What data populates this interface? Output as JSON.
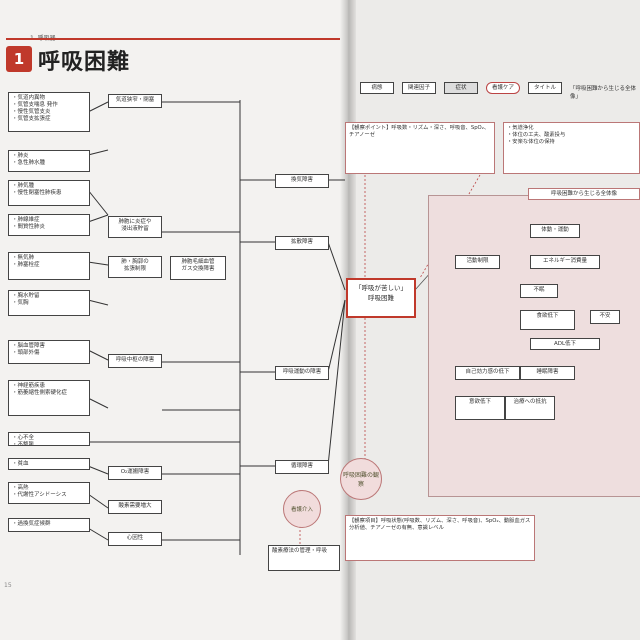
{
  "header": {
    "section_label": "1. 呼吸器",
    "chapter_number": "1",
    "title": "呼吸困難"
  },
  "left_boxes": [
    {
      "text": "・気道内異物\n・気管支喘息 発作\n・慢性気管支炎\n・気管支拡張症"
    },
    {
      "text": "・肺炎\n・急性肺水腫"
    },
    {
      "text": "・肺気腫\n・慢性閉塞性肺疾患"
    },
    {
      "text": "・肺線維症\n・間質性肺炎"
    },
    {
      "text": "・無気肺\n・肺塞栓症"
    },
    {
      "text": "・胸水貯留\n・気胸"
    },
    {
      "text": "・脳血管障害\n・頭部外傷"
    },
    {
      "text": "・神経筋疾患\n・筋萎縮性側索硬化症"
    },
    {
      "text": "・心不全\n・不整脈"
    },
    {
      "text": "・貧血"
    },
    {
      "text": "・高熱\n・代謝性アシドーシス"
    },
    {
      "text": "・過換気症候群"
    }
  ],
  "mid_boxes": [
    {
      "text": "気道狭窄・閉塞"
    },
    {
      "text": "肺胞に炎症や\n浸出液貯留"
    },
    {
      "text": "肺・胸郭の\n拡張制限"
    },
    {
      "text": "呼吸中枢の障害"
    },
    {
      "text": "O₂運搬障害"
    },
    {
      "text": "酸素需要増大"
    },
    {
      "text": "心因性"
    }
  ],
  "mid2_boxes": [
    {
      "text": "肺胞毛細血管\nガス交換障害"
    },
    {
      "text": "換気障害"
    },
    {
      "text": "拡散障害"
    },
    {
      "text": "呼吸運動の障害"
    },
    {
      "text": "循環障害"
    }
  ],
  "center": {
    "highlight": "「呼吸が苦しい」\n呼吸困難",
    "circle_top": "呼吸困難の観察",
    "circle_bottom": "酸素療法の管理・呼吸"
  },
  "legend": {
    "items": [
      "病態",
      "関連因子",
      "症状",
      "看護ケア",
      "タイトル"
    ],
    "note": "「呼吸困難から生じる全体像」"
  },
  "right_notes": [
    "【観察ポイント】呼吸数・リズム・深さ、呼吸音、SpO₂、チアノーゼ",
    "・気道浄化\n・体位の工夫、酸素投与\n・安楽な体位の保持"
  ],
  "panel": {
    "title": "呼吸困難から生じる全体像",
    "nodes": [
      "活動制限",
      "体動・運動",
      "エネルギー消費量",
      "不眠",
      "食欲低下",
      "不安",
      "ADL低下",
      "自己効力感の低下",
      "睡眠障害",
      "意欲低下",
      "治療への抵抗"
    ]
  },
  "bottom_note": "【観察項目】呼吸状態(呼吸数、リズム、深さ、呼吸音)、SpO₂、動脈血ガス分析値、チアノーゼの有無、意識レベル",
  "page_number": "15"
}
